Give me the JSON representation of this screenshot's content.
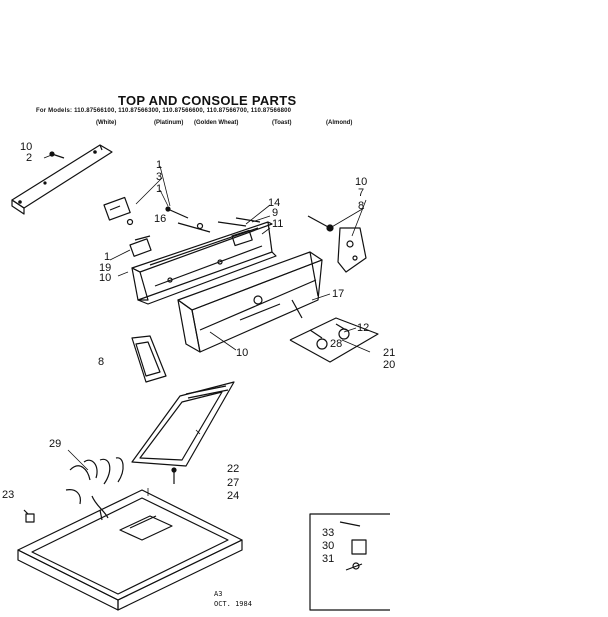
{
  "title": "TOP AND CONSOLE PARTS",
  "models_line": "For Models: 110.87566100, 110.87566300, 110.87566600, 110.87566700, 110.87566800",
  "colors": [
    "(White)",
    "(Platinum)",
    "(Golden Wheat)",
    "(Toast)",
    "(Almond)"
  ],
  "callouts": [
    "10",
    "2",
    "1",
    "3",
    "1",
    "16",
    "14",
    "9",
    "11",
    "10",
    "7",
    "8",
    "1",
    "19",
    "10",
    "17",
    "12",
    "28",
    "21",
    "20",
    "10",
    "8",
    "29",
    "22",
    "27",
    "24",
    "23",
    "33",
    "30",
    "31"
  ],
  "footer": {
    "code": "A3",
    "date": "OCT. 1984"
  },
  "colors_style": {
    "ink": "#111111",
    "paper": "#ffffff"
  }
}
